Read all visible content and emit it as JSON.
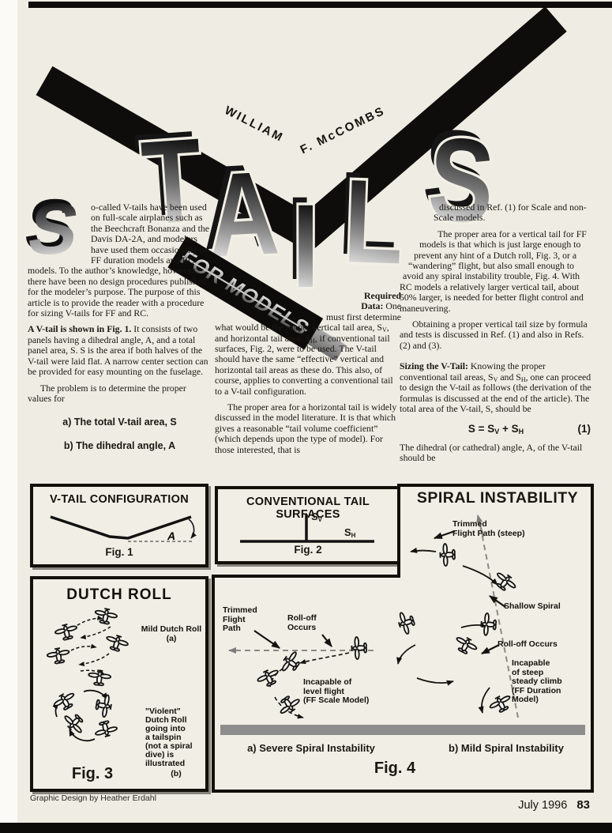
{
  "page": {
    "paper_color": "#efece3",
    "ink_color": "#1b1713",
    "ground_bar_color": "#8d8d8d"
  },
  "masthead": {
    "byline_first": "WILLIAM",
    "byline_last": "F. McCOMBS",
    "letters": [
      "T",
      "A",
      "I",
      "L",
      "S"
    ],
    "banner_label": "FOR MODELS"
  },
  "article": {
    "col1": {
      "dropcap": "S",
      "p1": "o-called V-tails have been used on full-scale airplanes such as the Beechcraft Bonanza and the Davis DA-2A, and modelers have used them occasionally on FF duration models and RC models. To the author’s knowledge, however, there have been no design procedures published for the modeler’s purpose. The purpose of this article is to provide the reader with a procedure for sizing V-tails for FF and RC.",
      "p2_lead": "A V-tail is shown in Fig. 1.",
      "p2_rest": " It consists of two panels having a dihedral angle, A, and a total panel area, S. S is the area if both halves of the V-tail were laid flat. A narrow center section can be provided for easy mounting on the fuselage.",
      "p3": "The problem is to determine the proper values for",
      "item_a": "a) The total V-tail area, S",
      "item_b": "b) The dihedral angle, A"
    },
    "col2": {
      "lead_line1": "Required",
      "lead_line2_bold": "Data:",
      "lead_line2_rest": " One",
      "lead_line3": "must first determine",
      "p1_segments": [
        {
          "t": "what would be the proper vertical tail area, S"
        },
        {
          "t": "V",
          "sub": true
        },
        {
          "t": ", and horizontal tail area, S"
        },
        {
          "t": "H",
          "sub": true
        },
        {
          "t": ", if conventional tail surfaces, Fig. 2, were to be used. The V-tail should have the same “effective” vertical and horizontal tail areas as these do. This also, of course, applies to converting a conventional tail to a V-tail configuration."
        }
      ],
      "p2": "The proper area for a horizontal tail is widely discussed in the model literature. It is that which gives a reasonable “tail volume coefficient” (which depends upon the type of model). For those interested, that is"
    },
    "col3": {
      "p1": "discussed in Ref. (1) for Scale and non-Scale models.",
      "p2": "The proper area for a vertical tail for FF models is that which is just large enough to prevent any hint of a Dutch roll, Fig. 3, or a “wandering” flight, but also small enough to avoid any spiral instability trouble, Fig. 4. With RC models a relatively larger vertical tail, about 50% larger, is needed for better flight control and maneuvering.",
      "p3": "Obtaining a proper vertical tail size by formula and tests is discussed in Ref. (1) and also in Refs. (2) and (3).",
      "p4_segments": [
        {
          "t": "Sizing the V-Tail:",
          "b": true
        },
        {
          "t": " Knowing the proper conventional tail areas, S"
        },
        {
          "t": "V",
          "sub": true
        },
        {
          "t": " and S"
        },
        {
          "t": "H",
          "sub": true
        },
        {
          "t": ", one can proceed to design the V-tail as follows (the derivation of the formulas is discussed at the end of the article). The total area of the V-tail, S, should be"
        }
      ],
      "equation_segments": [
        {
          "t": "S = S",
          "b": true
        },
        {
          "t": "V",
          "sub": true,
          "b": true
        },
        {
          "t": " + S",
          "b": true
        },
        {
          "t": "H",
          "sub": true,
          "b": true
        }
      ],
      "equation_number": "(1)",
      "p5": "The dihedral (or cathedral) angle, A, of the V-tail should be"
    }
  },
  "figures": {
    "fig1": {
      "title": "V-TAIL CONFIGURATION",
      "angle_label": "A",
      "caption": "Fig. 1"
    },
    "fig2": {
      "title": "CONVENTIONAL TAIL SURFACES",
      "label_main": "S",
      "sub_v": "V",
      "sub_h": "H",
      "caption": "Fig. 2"
    },
    "fig3": {
      "title": "DUTCH ROLL",
      "label_a": "Mild Dutch Roll\n(a)",
      "label_b": "\"Violent\"\nDutch Roll\ngoing into\na tailspin\n(not a spiral\ndive) is\nillustrated",
      "label_b2": "(b)",
      "caption": "Fig. 3"
    },
    "fig4": {
      "title": "SPIRAL INSTABILITY",
      "trimmed_steep": "Trimmed\nFlight Path (steep)",
      "shallow_spiral": "Shallow Spiral",
      "rolloff_right": "Roll-off Occurs",
      "incapable_right": "Incapable\nof steep\nsteady climb\n(FF Duration\nModel)",
      "trimmed_left": "Trimmed\nFlight\nPath",
      "rolloff_left": "Roll-off\nOccurs",
      "incapable_left": "Incapable of\nlevel flight\n(FF Scale Model)",
      "caption_a": "a) Severe Spiral Instability",
      "caption_b": "b) Mild Spiral Instability",
      "caption": "Fig. 4"
    }
  },
  "footer": {
    "credit": "Graphic Design by Heather Erdahl",
    "issue_date": "July 1996",
    "page_number": "83"
  },
  "icons": {
    "airplane": "line-art airplane glyph (SVG)",
    "arrowhead": "triangle arrow marker (SVG)"
  }
}
